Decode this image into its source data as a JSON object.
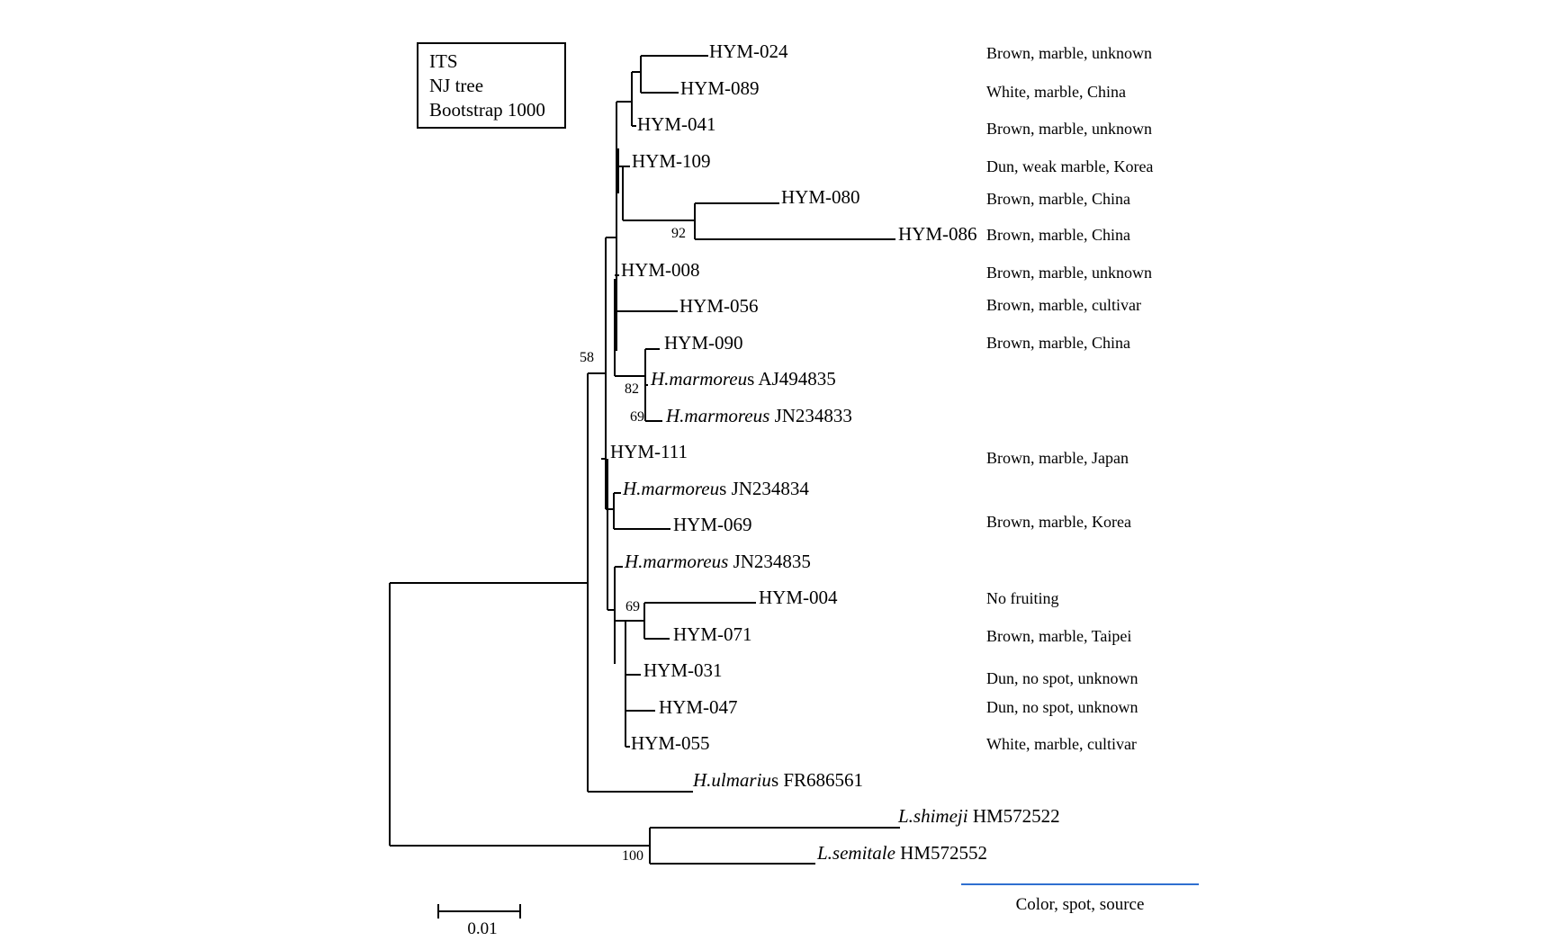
{
  "legend": {
    "line1": "ITS",
    "line2": "NJ tree",
    "line3": "Bootstrap 1000"
  },
  "taxa": [
    {
      "id": "t_hym024",
      "prefix": "HYM-024",
      "italic": "",
      "suffix": ""
    },
    {
      "id": "t_hym089",
      "prefix": "HYM-089",
      "italic": "",
      "suffix": ""
    },
    {
      "id": "t_hym041",
      "prefix": "HYM-041",
      "italic": "",
      "suffix": ""
    },
    {
      "id": "t_hym109",
      "prefix": "HYM-109",
      "italic": "",
      "suffix": ""
    },
    {
      "id": "t_hym080",
      "prefix": "HYM-080",
      "italic": "",
      "suffix": ""
    },
    {
      "id": "t_hym086",
      "prefix": "HYM-086",
      "italic": "",
      "suffix": ""
    },
    {
      "id": "t_hym008",
      "prefix": "HYM-008",
      "italic": "",
      "suffix": ""
    },
    {
      "id": "t_hym056",
      "prefix": "HYM-056",
      "italic": "",
      "suffix": ""
    },
    {
      "id": "t_hym090",
      "prefix": "HYM-090",
      "italic": "",
      "suffix": ""
    },
    {
      "id": "t_aj494835",
      "prefix": "",
      "italic": "H.marmoreu",
      "suffix": "s  AJ494835"
    },
    {
      "id": "t_jn234833",
      "prefix": "",
      "italic": "H.marmoreus",
      "suffix": " JN234833"
    },
    {
      "id": "t_hym111",
      "prefix": "HYM-111",
      "italic": "",
      "suffix": ""
    },
    {
      "id": "t_jn234834",
      "prefix": "",
      "italic": "H.marmoreu",
      "suffix": "s JN234834"
    },
    {
      "id": "t_hym069",
      "prefix": "HYM-069",
      "italic": "",
      "suffix": ""
    },
    {
      "id": "t_jn234835",
      "prefix": "",
      "italic": "H.marmoreus",
      "suffix": " JN234835"
    },
    {
      "id": "t_hym004",
      "prefix": "HYM-004",
      "italic": "",
      "suffix": ""
    },
    {
      "id": "t_hym071",
      "prefix": "HYM-071",
      "italic": "",
      "suffix": ""
    },
    {
      "id": "t_hym031",
      "prefix": "HYM-031",
      "italic": "",
      "suffix": ""
    },
    {
      "id": "t_hym047",
      "prefix": "HYM-047",
      "italic": "",
      "suffix": ""
    },
    {
      "id": "t_hym055",
      "prefix": "HYM-055",
      "italic": "",
      "suffix": ""
    },
    {
      "id": "t_fr686561",
      "prefix": "",
      "italic": "H.ulmariu",
      "suffix": "s FR686561"
    },
    {
      "id": "t_hm572522",
      "prefix": "",
      "italic": "L.shimeji",
      "suffix": " HM572522"
    },
    {
      "id": "t_hm572552",
      "prefix": "",
      "italic": "L.semitale",
      "suffix": " HM572552"
    }
  ],
  "bootstrap": [
    "92",
    "58",
    "82",
    "69",
    "69",
    "100"
  ],
  "annotations": [
    "Brown, marble, unknown",
    "White, marble, China",
    "Brown, marble, unknown",
    "Dun, weak marble, Korea",
    "Brown, marble, China",
    "Brown, marble, China",
    "Brown, marble, unknown",
    "Brown, marble, cultivar",
    "Brown, marble, China",
    "Brown, marble, Japan",
    "Brown, marble, Korea",
    "No fruiting",
    "Brown, marble, Taipei",
    "Dun, no spot, unknown",
    "Dun, no spot, unknown",
    "White, marble, cultivar"
  ],
  "annotation_header": "Color, spot, source",
  "annotation_header_color": "#2f6fd0",
  "scale_bar_label": "0.01"
}
